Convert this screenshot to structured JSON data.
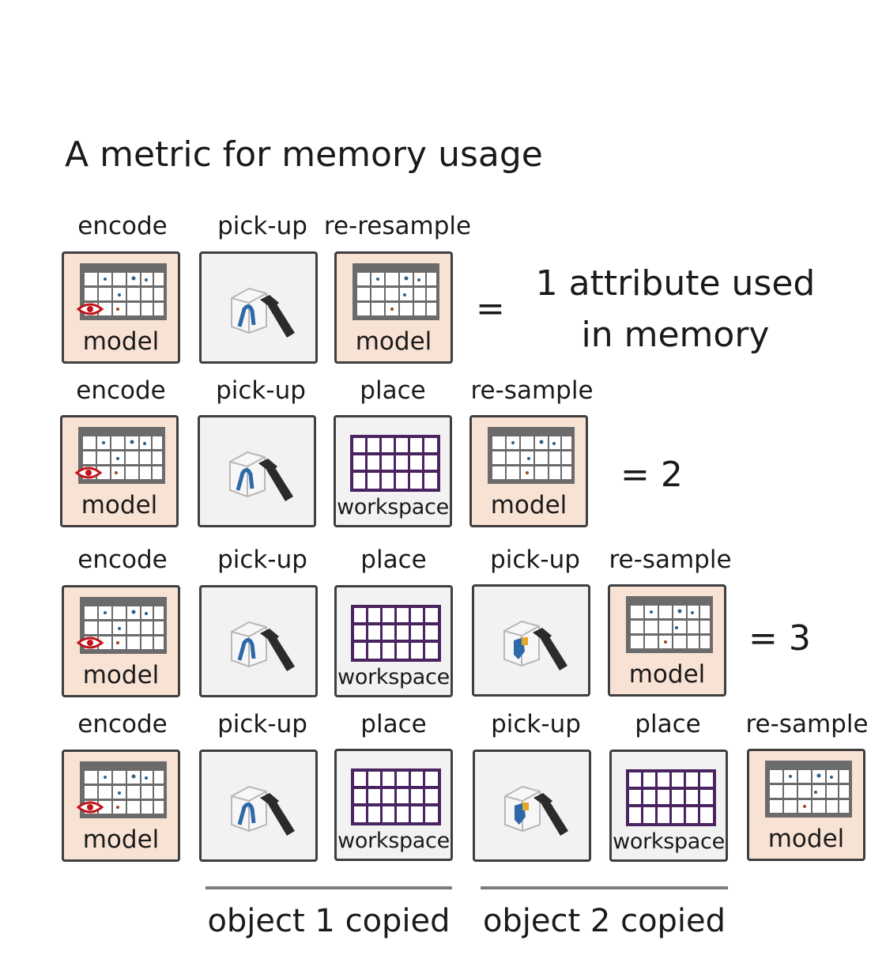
{
  "title": "A metric for memory usage",
  "rows": [
    {
      "labels": [
        "encode",
        "pick-up",
        "re-resample"
      ],
      "boxes": [
        "model",
        "",
        "model"
      ],
      "result_line1": "= ",
      "result_text1": "1 attribute used",
      "result_text2": "in memory"
    },
    {
      "labels": [
        "encode",
        "pick-up",
        "place",
        "re-sample"
      ],
      "boxes": [
        "model",
        "",
        "workspace",
        "model"
      ],
      "result": "= 2"
    },
    {
      "labels": [
        "encode",
        "pick-up",
        "place",
        "pick-up",
        "re-sample"
      ],
      "boxes": [
        "model",
        "",
        "workspace",
        "",
        "model"
      ],
      "result": "= 3"
    },
    {
      "labels": [
        "encode",
        "pick-up",
        "place",
        "pick-up",
        "place",
        "re-sample"
      ],
      "boxes": [
        "model",
        "",
        "workspace",
        "",
        "workspace",
        "model"
      ]
    }
  ],
  "equals_sign": "=",
  "underlines": [
    "object 1 copied",
    "object 2 copied"
  ],
  "icons": {
    "eye": "eye-icon",
    "controller": "vr-controller-icon",
    "grid": "workspace-grid-icon",
    "model_panel": "model-panel-icon"
  },
  "colors": {
    "model_fill": "#f8e2d4",
    "plain_fill": "#f2f2f3",
    "grid_purple": "#4a2460",
    "eye_red": "#c0141c"
  }
}
